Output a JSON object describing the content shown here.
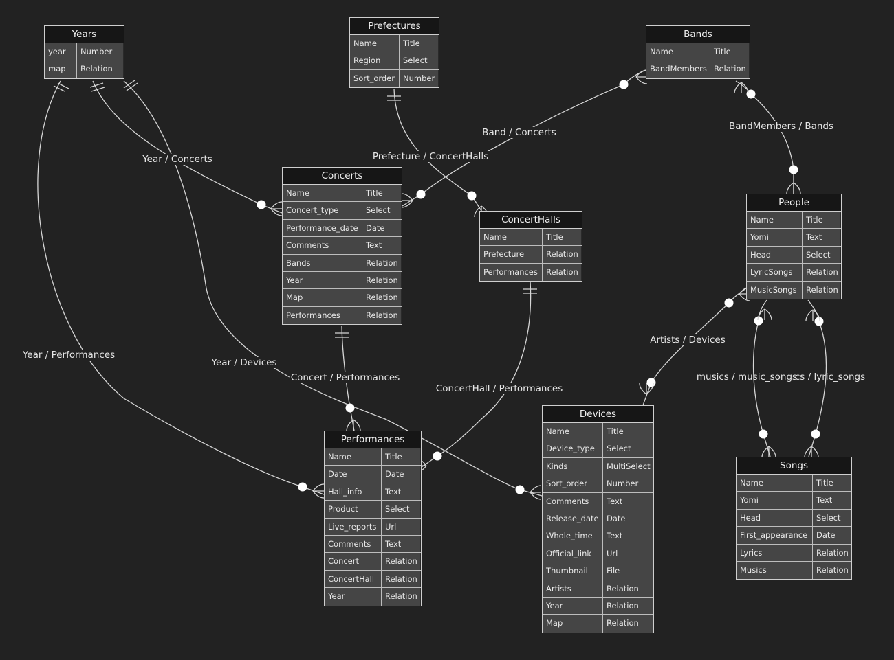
{
  "entities": [
    {
      "id": "years",
      "title": "Years",
      "attrs": [
        {
          "name": "year",
          "type": "Number"
        },
        {
          "name": "map",
          "type": "Relation"
        }
      ]
    },
    {
      "id": "prefectures",
      "title": "Prefectures",
      "attrs": [
        {
          "name": "Name",
          "type": "Title"
        },
        {
          "name": "Region",
          "type": "Select"
        },
        {
          "name": "Sort_order",
          "type": "Number"
        }
      ]
    },
    {
      "id": "bands",
      "title": "Bands",
      "attrs": [
        {
          "name": "Name",
          "type": "Title"
        },
        {
          "name": "BandMembers",
          "type": "Relation"
        }
      ]
    },
    {
      "id": "concerts",
      "title": "Concerts",
      "attrs": [
        {
          "name": "Name",
          "type": "Title"
        },
        {
          "name": "Concert_type",
          "type": "Select"
        },
        {
          "name": "Performance_date",
          "type": "Date"
        },
        {
          "name": "Comments",
          "type": "Text"
        },
        {
          "name": "Bands",
          "type": "Relation"
        },
        {
          "name": "Year",
          "type": "Relation"
        },
        {
          "name": "Map",
          "type": "Relation"
        },
        {
          "name": "Performances",
          "type": "Relation"
        }
      ]
    },
    {
      "id": "concerthalls",
      "title": "ConcertHalls",
      "attrs": [
        {
          "name": "Name",
          "type": "Title"
        },
        {
          "name": "Prefecture",
          "type": "Relation"
        },
        {
          "name": "Performances",
          "type": "Relation"
        }
      ]
    },
    {
      "id": "people",
      "title": "People",
      "attrs": [
        {
          "name": "Name",
          "type": "Title"
        },
        {
          "name": "Yomi",
          "type": "Text"
        },
        {
          "name": "Head",
          "type": "Select"
        },
        {
          "name": "LyricSongs",
          "type": "Relation"
        },
        {
          "name": "MusicSongs",
          "type": "Relation"
        }
      ]
    },
    {
      "id": "performances",
      "title": "Performances",
      "attrs": [
        {
          "name": "Name",
          "type": "Title"
        },
        {
          "name": "Date",
          "type": "Date"
        },
        {
          "name": "Hall_info",
          "type": "Text"
        },
        {
          "name": "Product",
          "type": "Select"
        },
        {
          "name": "Live_reports",
          "type": "Url"
        },
        {
          "name": "Comments",
          "type": "Text"
        },
        {
          "name": "Concert",
          "type": "Relation"
        },
        {
          "name": "ConcertHall",
          "type": "Relation"
        },
        {
          "name": "Year",
          "type": "Relation"
        }
      ]
    },
    {
      "id": "devices",
      "title": "Devices",
      "attrs": [
        {
          "name": "Name",
          "type": "Title"
        },
        {
          "name": "Device_type",
          "type": "Select"
        },
        {
          "name": "Kinds",
          "type": "MultiSelect"
        },
        {
          "name": "Sort_order",
          "type": "Number"
        },
        {
          "name": "Comments",
          "type": "Text"
        },
        {
          "name": "Release_date",
          "type": "Date"
        },
        {
          "name": "Whole_time",
          "type": "Text"
        },
        {
          "name": "Official_link",
          "type": "Url"
        },
        {
          "name": "Thumbnail",
          "type": "File"
        },
        {
          "name": "Artists",
          "type": "Relation"
        },
        {
          "name": "Year",
          "type": "Relation"
        },
        {
          "name": "Map",
          "type": "Relation"
        }
      ]
    },
    {
      "id": "songs",
      "title": "Songs",
      "attrs": [
        {
          "name": "Name",
          "type": "Title"
        },
        {
          "name": "Yomi",
          "type": "Text"
        },
        {
          "name": "Head",
          "type": "Select"
        },
        {
          "name": "First_appearance",
          "type": "Date"
        },
        {
          "name": "Lyrics",
          "type": "Relation"
        },
        {
          "name": "Musics",
          "type": "Relation"
        }
      ]
    }
  ],
  "relationships": [
    {
      "id": "year-concerts",
      "label": "Year / Concerts"
    },
    {
      "id": "year-performances",
      "label": "Year / Performances"
    },
    {
      "id": "year-devices",
      "label": "Year / Devices"
    },
    {
      "id": "prefecture-concerthalls",
      "label": "Prefecture / ConcertHalls"
    },
    {
      "id": "band-concerts",
      "label": "Band / Concerts"
    },
    {
      "id": "bandmembers-bands",
      "label": "BandMembers / Bands"
    },
    {
      "id": "concert-performances",
      "label": "Concert / Performances"
    },
    {
      "id": "concerthall-performances",
      "label": "ConcertHall / Performances"
    },
    {
      "id": "artists-devices",
      "label": "Artists / Devices"
    },
    {
      "id": "musics-songs",
      "label": "musics / music_songs"
    },
    {
      "id": "lyric-songs",
      "label": "cs / lyric_songs"
    }
  ]
}
